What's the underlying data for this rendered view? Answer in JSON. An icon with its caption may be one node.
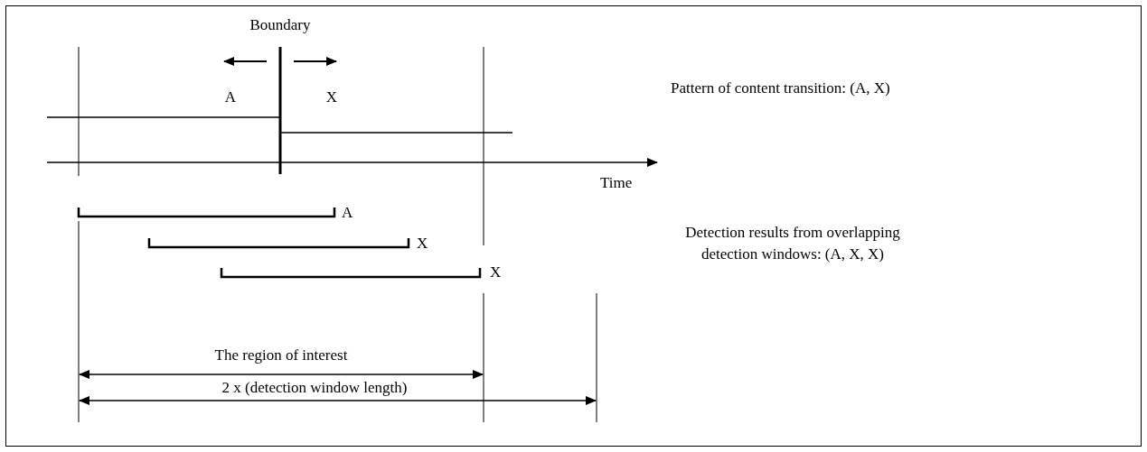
{
  "diagram": {
    "labels": [
      "Boundary",
      "A",
      "X",
      "Pattern of content transition: (A, X)",
      "Time",
      "A",
      "X",
      "X",
      "Detection results from overlapping detection windows: (A, X, X)",
      "The region of interest",
      "2 x (detection window length)"
    ]
  }
}
